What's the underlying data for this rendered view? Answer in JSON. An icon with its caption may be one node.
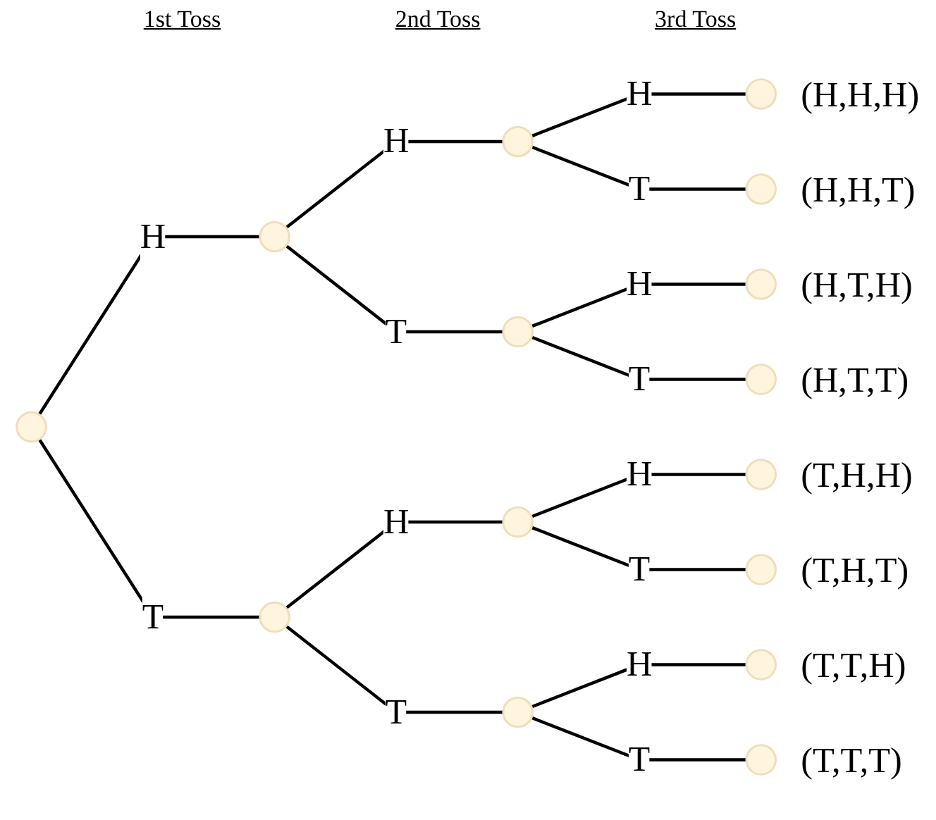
{
  "diagram": {
    "nodes": [
      {
        "text": [],
        "shape": "circle"
      },
      {
        "text": [],
        "shape": "circle"
      },
      {
        "text": [],
        "shape": "circle"
      },
      {
        "text": [],
        "shape": "circle"
      },
      {
        "text": [],
        "shape": "circle"
      },
      {
        "text": [],
        "shape": "circle"
      },
      {
        "text": [],
        "shape": "circle"
      },
      {
        "text": [],
        "shape": "circle",
        "beside": [
          "(H,H,H)"
        ]
      },
      {
        "text": [],
        "shape": "circle",
        "beside": [
          "(H,H,T)"
        ]
      },
      {
        "text": [],
        "shape": "circle",
        "beside": [
          "(H,T,H)"
        ]
      },
      {
        "text": [],
        "shape": "circle",
        "beside": [
          "(H,T,T)"
        ]
      },
      {
        "text": [],
        "shape": "circle",
        "beside": [
          "(T,H,H)"
        ]
      },
      {
        "text": [],
        "shape": "circle",
        "beside": [
          "(T,H,T)"
        ]
      },
      {
        "text": [],
        "shape": "circle",
        "beside": [
          "(T,T,H)"
        ]
      },
      {
        "text": [],
        "shape": "circle",
        "beside": [
          "(T,T,T)"
        ]
      }
    ],
    "edges": [
      {
        "from": 0,
        "to": 1,
        "arrow": "none",
        "label": "H"
      },
      {
        "from": 0,
        "to": 2,
        "arrow": "none",
        "label": "T"
      },
      {
        "from": 1,
        "to": 3,
        "arrow": "none",
        "label": "H"
      },
      {
        "from": 1,
        "to": 4,
        "arrow": "none",
        "label": "T"
      },
      {
        "from": 2,
        "to": 5,
        "arrow": "none",
        "label": "H"
      },
      {
        "from": 2,
        "to": 6,
        "arrow": "none",
        "label": "T"
      },
      {
        "from": 3,
        "to": 7,
        "arrow": "none",
        "label": "H"
      },
      {
        "from": 3,
        "to": 8,
        "arrow": "none",
        "label": "T"
      },
      {
        "from": 4,
        "to": 9,
        "arrow": "none",
        "label": "H"
      },
      {
        "from": 4,
        "to": 10,
        "arrow": "none",
        "label": "T"
      },
      {
        "from": 5,
        "to": 11,
        "arrow": "none",
        "label": "H"
      },
      {
        "from": 5,
        "to": 12,
        "arrow": "none",
        "label": "T"
      },
      {
        "from": 6,
        "to": 13,
        "arrow": "none",
        "label": "H"
      },
      {
        "from": 6,
        "to": 14,
        "arrow": "none",
        "label": "T"
      }
    ],
    "labels": [
      "1st Toss",
      "2nd Toss",
      "3rd Toss"
    ]
  }
}
